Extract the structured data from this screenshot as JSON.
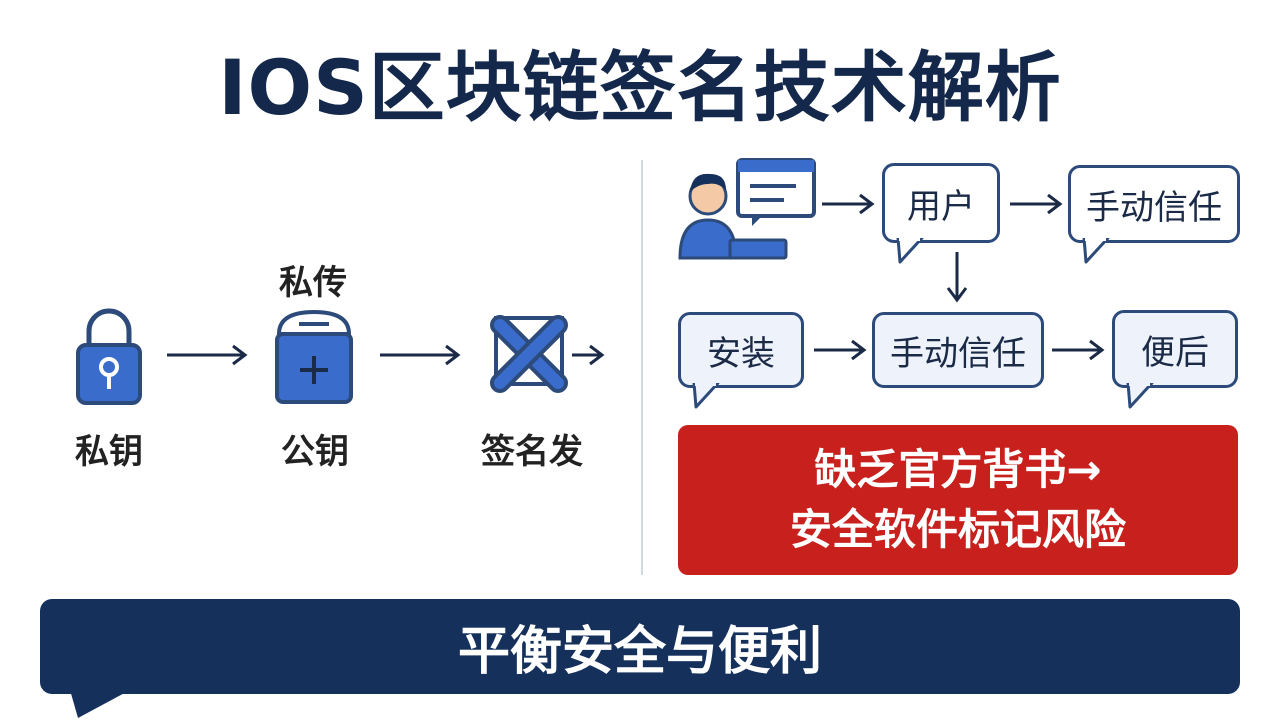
{
  "title": "IOS区块链签名技术解析",
  "left_flow": {
    "top_label": "私传",
    "nodes": [
      {
        "label": "私钥",
        "icon": "lock-icon"
      },
      {
        "label": "公钥",
        "icon": "box-plus-icon"
      },
      {
        "label": "签名发",
        "icon": "crossed-tools-icon"
      }
    ]
  },
  "right_flow": {
    "user_icon": "user-with-screen-icon",
    "bubbles": [
      "用户",
      "手动信任",
      "安装",
      "手动信任",
      "便后"
    ]
  },
  "risk_box": {
    "line1": "缺乏官方背书→",
    "line2": "安全软件标记风险"
  },
  "banner": "平衡安全与便利",
  "colors": {
    "navy": "#16305c",
    "blue": "#3a6ccc",
    "red": "#c8201d"
  }
}
